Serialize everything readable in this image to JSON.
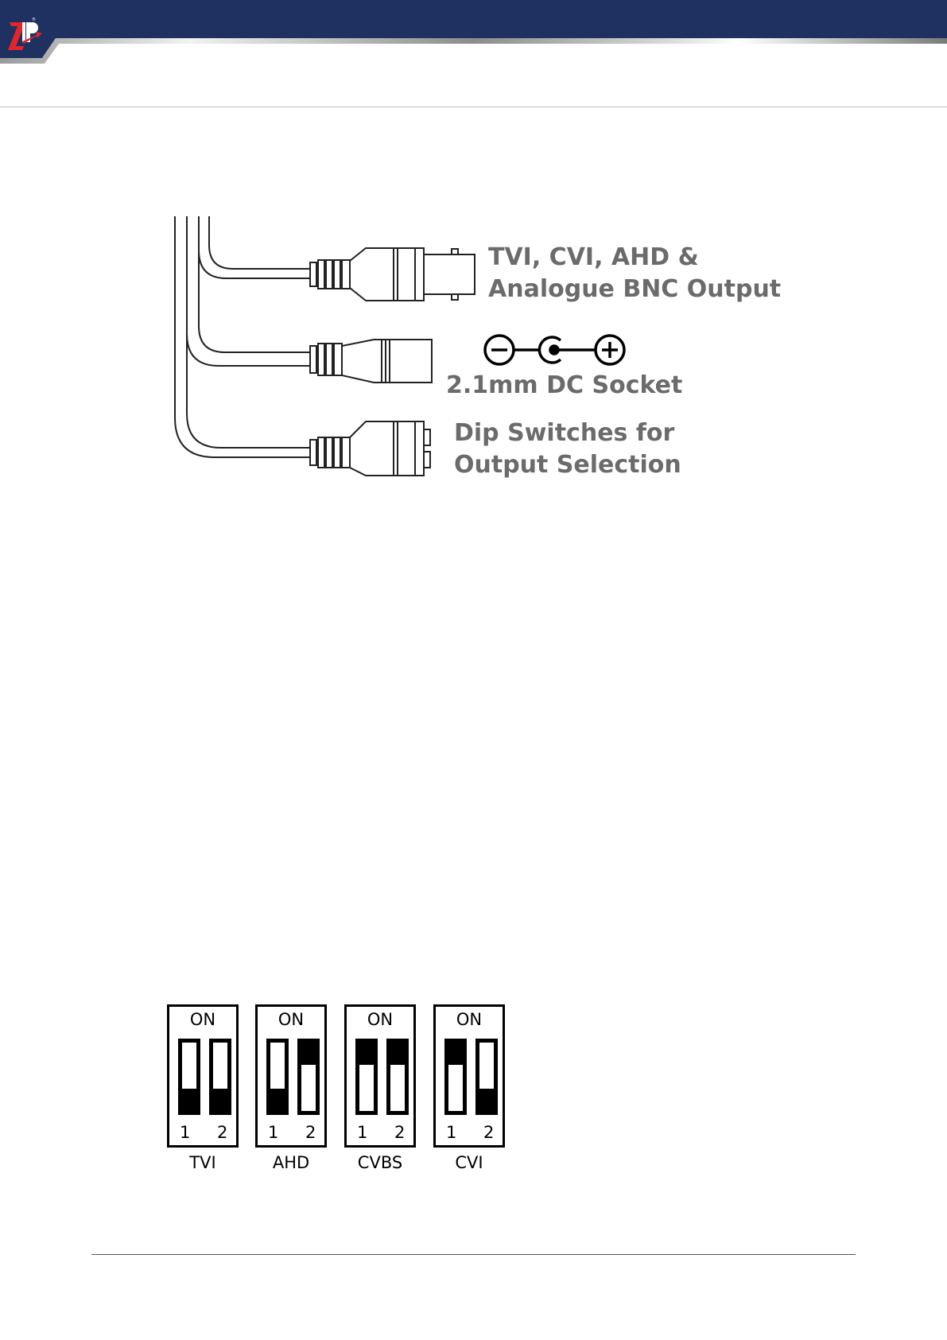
{
  "brand": {
    "logo_text": "ZIP",
    "registered": "®",
    "navy": "#1e3160",
    "red": "#e3262b"
  },
  "diagram": {
    "bnc_label_line1": "TVI, CVI, AHD &",
    "bnc_label_line2": "Analogue BNC Output",
    "dc_label": "2.1mm DC Socket",
    "dip_label_line1": "Dip Switches for",
    "dip_label_line2": "Output Selection"
  },
  "dip_switches": [
    {
      "name": "TVI",
      "on_label": "ON",
      "switches": [
        {
          "num": "1",
          "on": false
        },
        {
          "num": "2",
          "on": false
        }
      ]
    },
    {
      "name": "AHD",
      "on_label": "ON",
      "switches": [
        {
          "num": "1",
          "on": false
        },
        {
          "num": "2",
          "on": true
        }
      ]
    },
    {
      "name": "CVBS",
      "on_label": "ON",
      "switches": [
        {
          "num": "1",
          "on": true
        },
        {
          "num": "2",
          "on": true
        }
      ]
    },
    {
      "name": "CVI",
      "on_label": "ON",
      "switches": [
        {
          "num": "1",
          "on": true
        },
        {
          "num": "2",
          "on": false
        }
      ]
    }
  ]
}
